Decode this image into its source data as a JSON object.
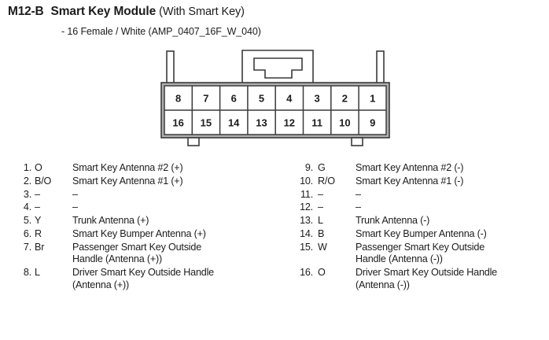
{
  "header": {
    "code": "M12-B",
    "name": "Smart Key Module",
    "variant": "(With Smart Key)",
    "subtitle": "- 16 Female / White (AMP_0407_16F_W_040)"
  },
  "connector": {
    "type": "16-way female connector footprint",
    "top_row_pins": [
      "8",
      "7",
      "6",
      "5",
      "4",
      "3",
      "2",
      "1"
    ],
    "bottom_row_pins": [
      "16",
      "15",
      "14",
      "13",
      "12",
      "11",
      "10",
      "9"
    ],
    "colors": {
      "outline": "#3a3a3a",
      "shell_fill": "#b0b0b0",
      "cell_fill": "#ffffff"
    }
  },
  "pins": {
    "left": [
      {
        "num": "1.",
        "color": "O",
        "desc": "Smart Key Antenna #2 (+)"
      },
      {
        "num": "2.",
        "color": "B/O",
        "desc": "Smart Key Antenna #1 (+)"
      },
      {
        "num": "3.",
        "color": "–",
        "desc": "–"
      },
      {
        "num": "4.",
        "color": "–",
        "desc": "–"
      },
      {
        "num": "5.",
        "color": "Y",
        "desc": "Trunk Antenna (+)"
      },
      {
        "num": "6.",
        "color": "R",
        "desc": "Smart Key Bumper Antenna (+)"
      },
      {
        "num": "7.",
        "color": "Br",
        "desc": "Passenger Smart Key Outside",
        "desc2": "Handle (Antenna (+))"
      },
      {
        "num": "8.",
        "color": "L",
        "desc": "Driver Smart Key Outside Handle",
        "desc2": "(Antenna (+))"
      }
    ],
    "right": [
      {
        "num": "9.",
        "color": "G",
        "desc": "Smart Key Antenna  #2 (-)"
      },
      {
        "num": "10.",
        "color": "R/O",
        "desc": "Smart Key Antenna  #1 (-)"
      },
      {
        "num": "11.",
        "color": "–",
        "desc": "–"
      },
      {
        "num": "12.",
        "color": "–",
        "desc": "–"
      },
      {
        "num": "13.",
        "color": "L",
        "desc": "Trunk Antenna (-)"
      },
      {
        "num": "14.",
        "color": "B",
        "desc": "Smart Key Bumper Antenna (-)"
      },
      {
        "num": "15.",
        "color": "W",
        "desc": "Passenger Smart Key Outside",
        "desc2": "Handle (Antenna (-))"
      },
      {
        "num": "16.",
        "color": "O",
        "desc": "Driver Smart Key Outside Handle",
        "desc2": "(Antenna (-))"
      }
    ]
  }
}
